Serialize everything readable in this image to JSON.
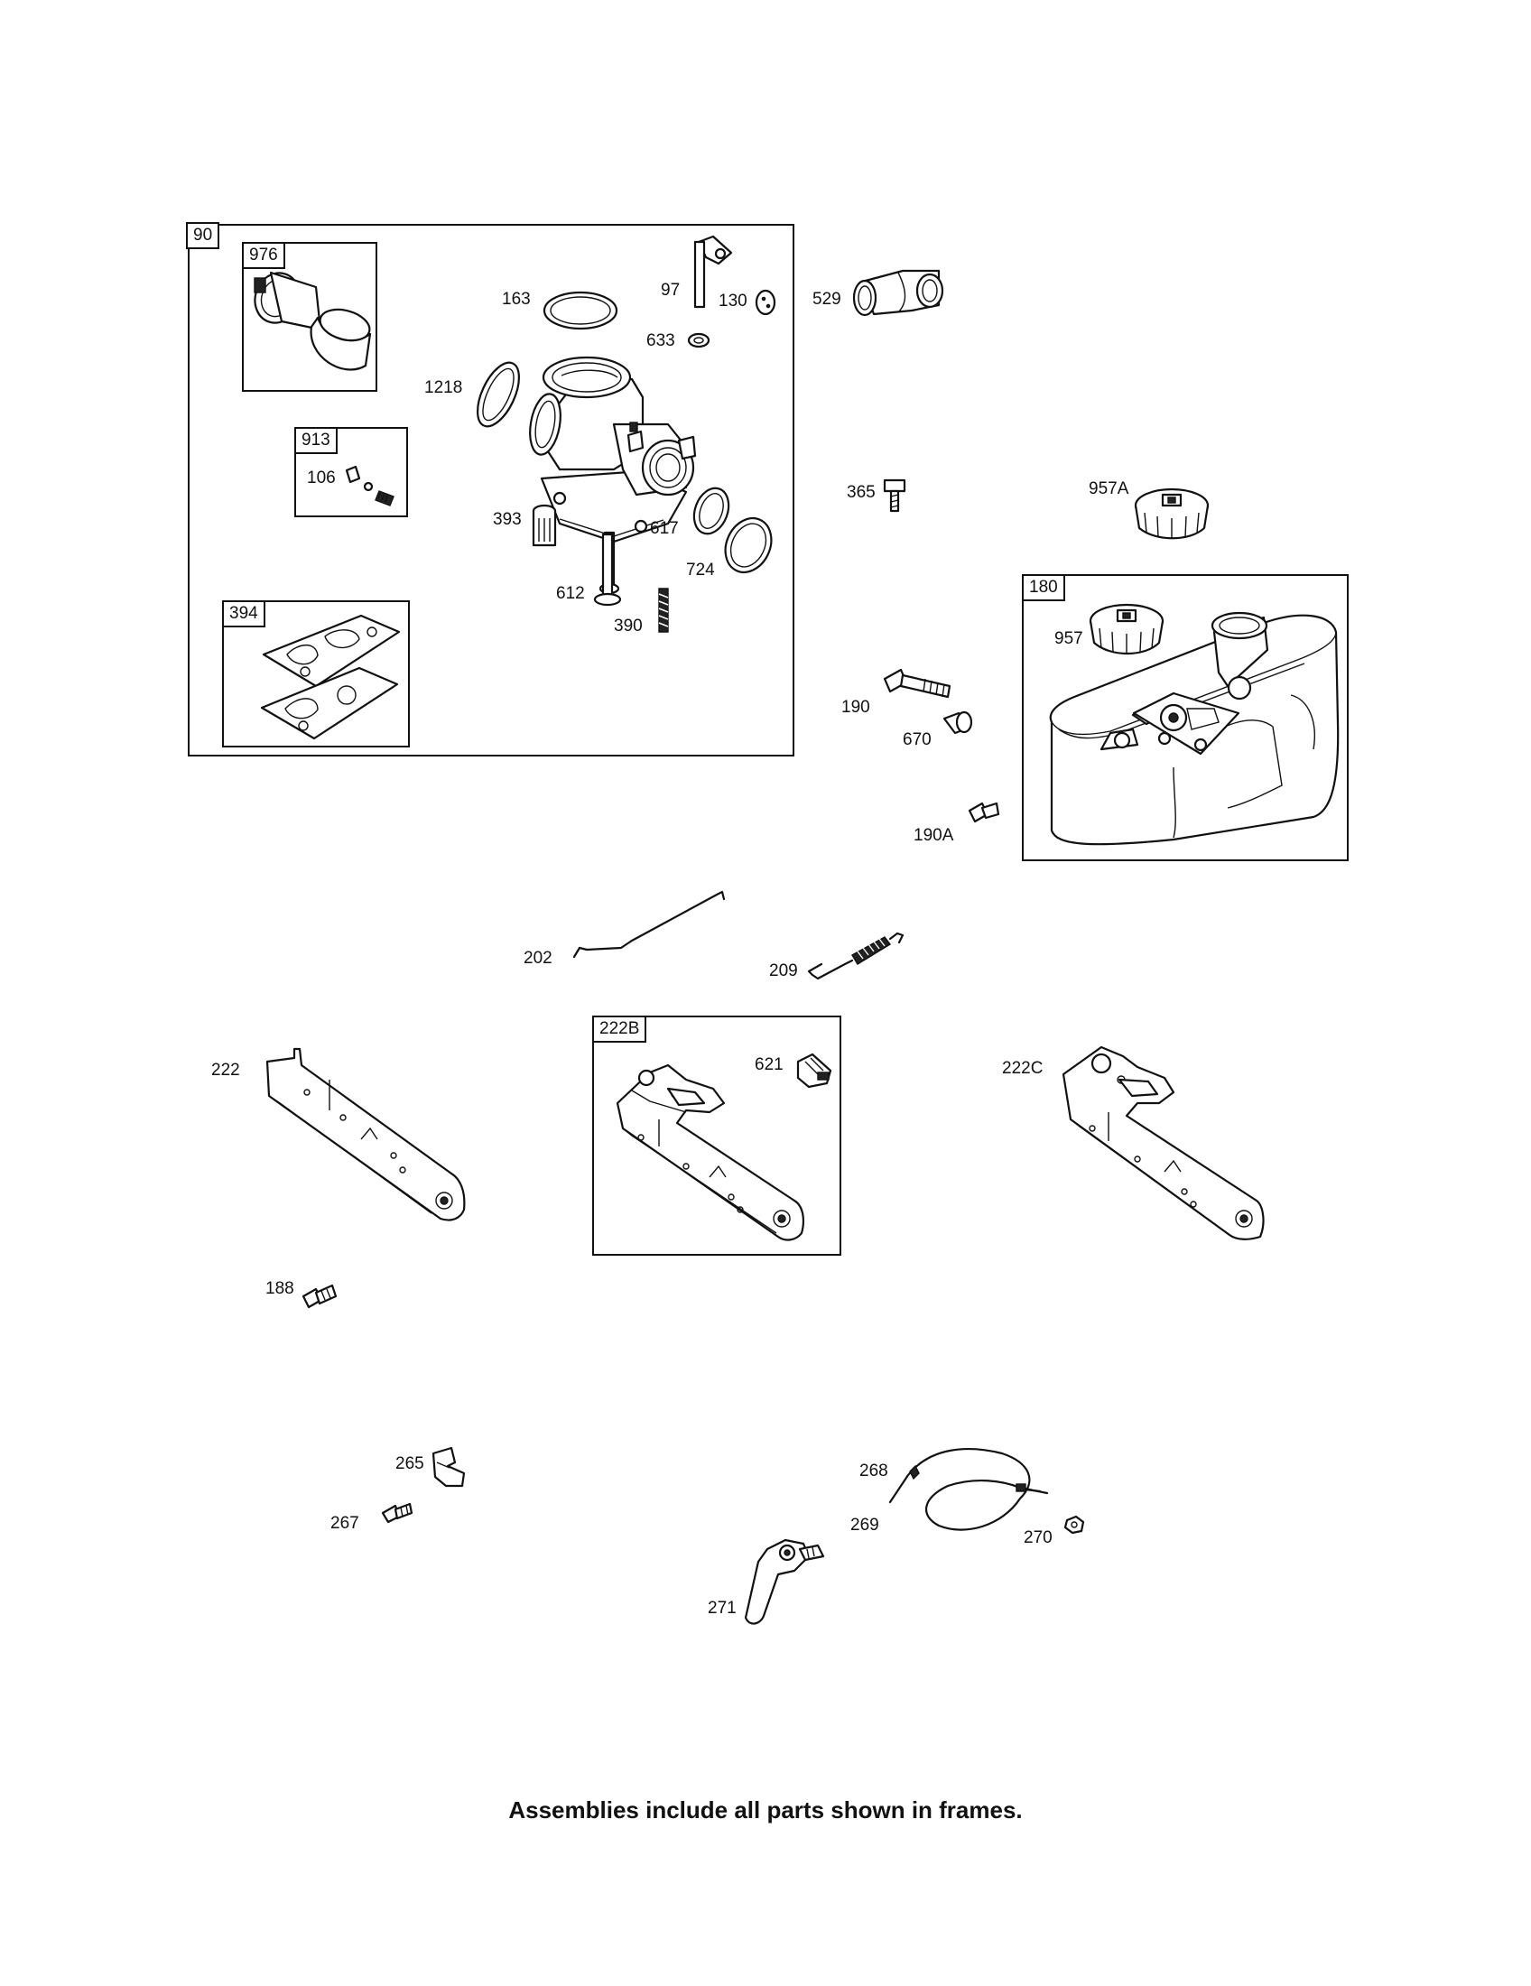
{
  "frames": {
    "f90": "90",
    "f976": "976",
    "f913": "913",
    "f394": "394",
    "f180": "180",
    "f222b": "222B"
  },
  "parts": {
    "p163": "163",
    "p97": "97",
    "p130": "130",
    "p633": "633",
    "p1218": "1218",
    "p106": "106",
    "p393": "393",
    "p617": "617",
    "p724": "724",
    "p612": "612",
    "p390": "390",
    "p529": "529",
    "p365": "365",
    "p957a": "957A",
    "p957": "957",
    "p190": "190",
    "p670": "670",
    "p190a": "190A",
    "p202": "202",
    "p209": "209",
    "p222": "222",
    "p621": "621",
    "p222c": "222C",
    "p188": "188",
    "p265": "265",
    "p267": "267",
    "p268": "268",
    "p269": "269",
    "p270": "270",
    "p271": "271"
  },
  "footer": "Assemblies include all parts shown in frames."
}
